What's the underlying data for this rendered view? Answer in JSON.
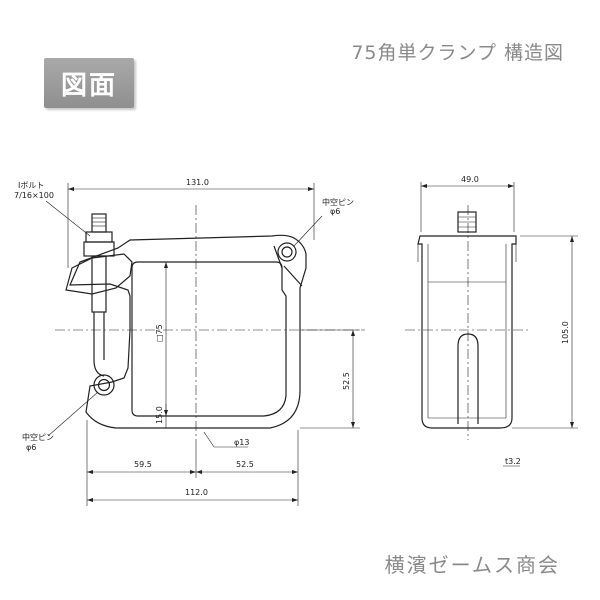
{
  "header": {
    "title": "75角単クランプ 構造図",
    "badge": "図面"
  },
  "footer": {
    "company": "横濱ゼームス商会"
  },
  "front": {
    "bolt_label_1": "Ⅰボルト",
    "bolt_label_2": "7/16×100",
    "pin_top_label_1": "中空ピン",
    "pin_top_label_2": "φ6",
    "pin_bottom_label_1": "中空ピン",
    "pin_bottom_label_2": "φ6",
    "dim_overall_width": "131.0",
    "dim_square": "□75",
    "dim_height_right": "52.5",
    "dim_bottom_thickness": "15.0",
    "dim_rod_dia": "φ13",
    "dim_left_offset": "59.5",
    "dim_right_offset": "52.5",
    "dim_base_width": "112.0"
  },
  "side": {
    "dim_width": "49.0",
    "dim_height": "105.0",
    "dim_thickness": "t3.2"
  }
}
